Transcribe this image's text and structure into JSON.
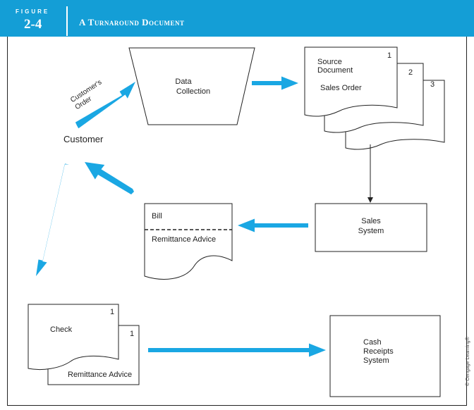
{
  "figure": {
    "label": "FIGURE",
    "number": "2-4",
    "title": "A Turnaround Document"
  },
  "nodes": {
    "customer": "Customer",
    "customers_order": [
      "Customer's",
      "Order"
    ],
    "data_collection": [
      "Data",
      "Collection"
    ],
    "source_document": [
      "Source",
      "Document"
    ],
    "sales_order": "Sales Order",
    "page_numbers": [
      "1",
      "2",
      "3"
    ],
    "sales_system": [
      "Sales",
      "System"
    ],
    "bill": "Bill",
    "remittance_advice": "Remittance Advice",
    "check": "Check",
    "check_page_numbers": [
      "1",
      "1"
    ],
    "check_remittance_advice": "Remittance Advice",
    "cash_receipts_system": [
      "Cash",
      "Receipts",
      "System"
    ]
  },
  "colors": {
    "accent": "#149ed6",
    "arrow": "#1aa7e3",
    "line": "#222222"
  },
  "copyright": "© Cengage Learning®"
}
